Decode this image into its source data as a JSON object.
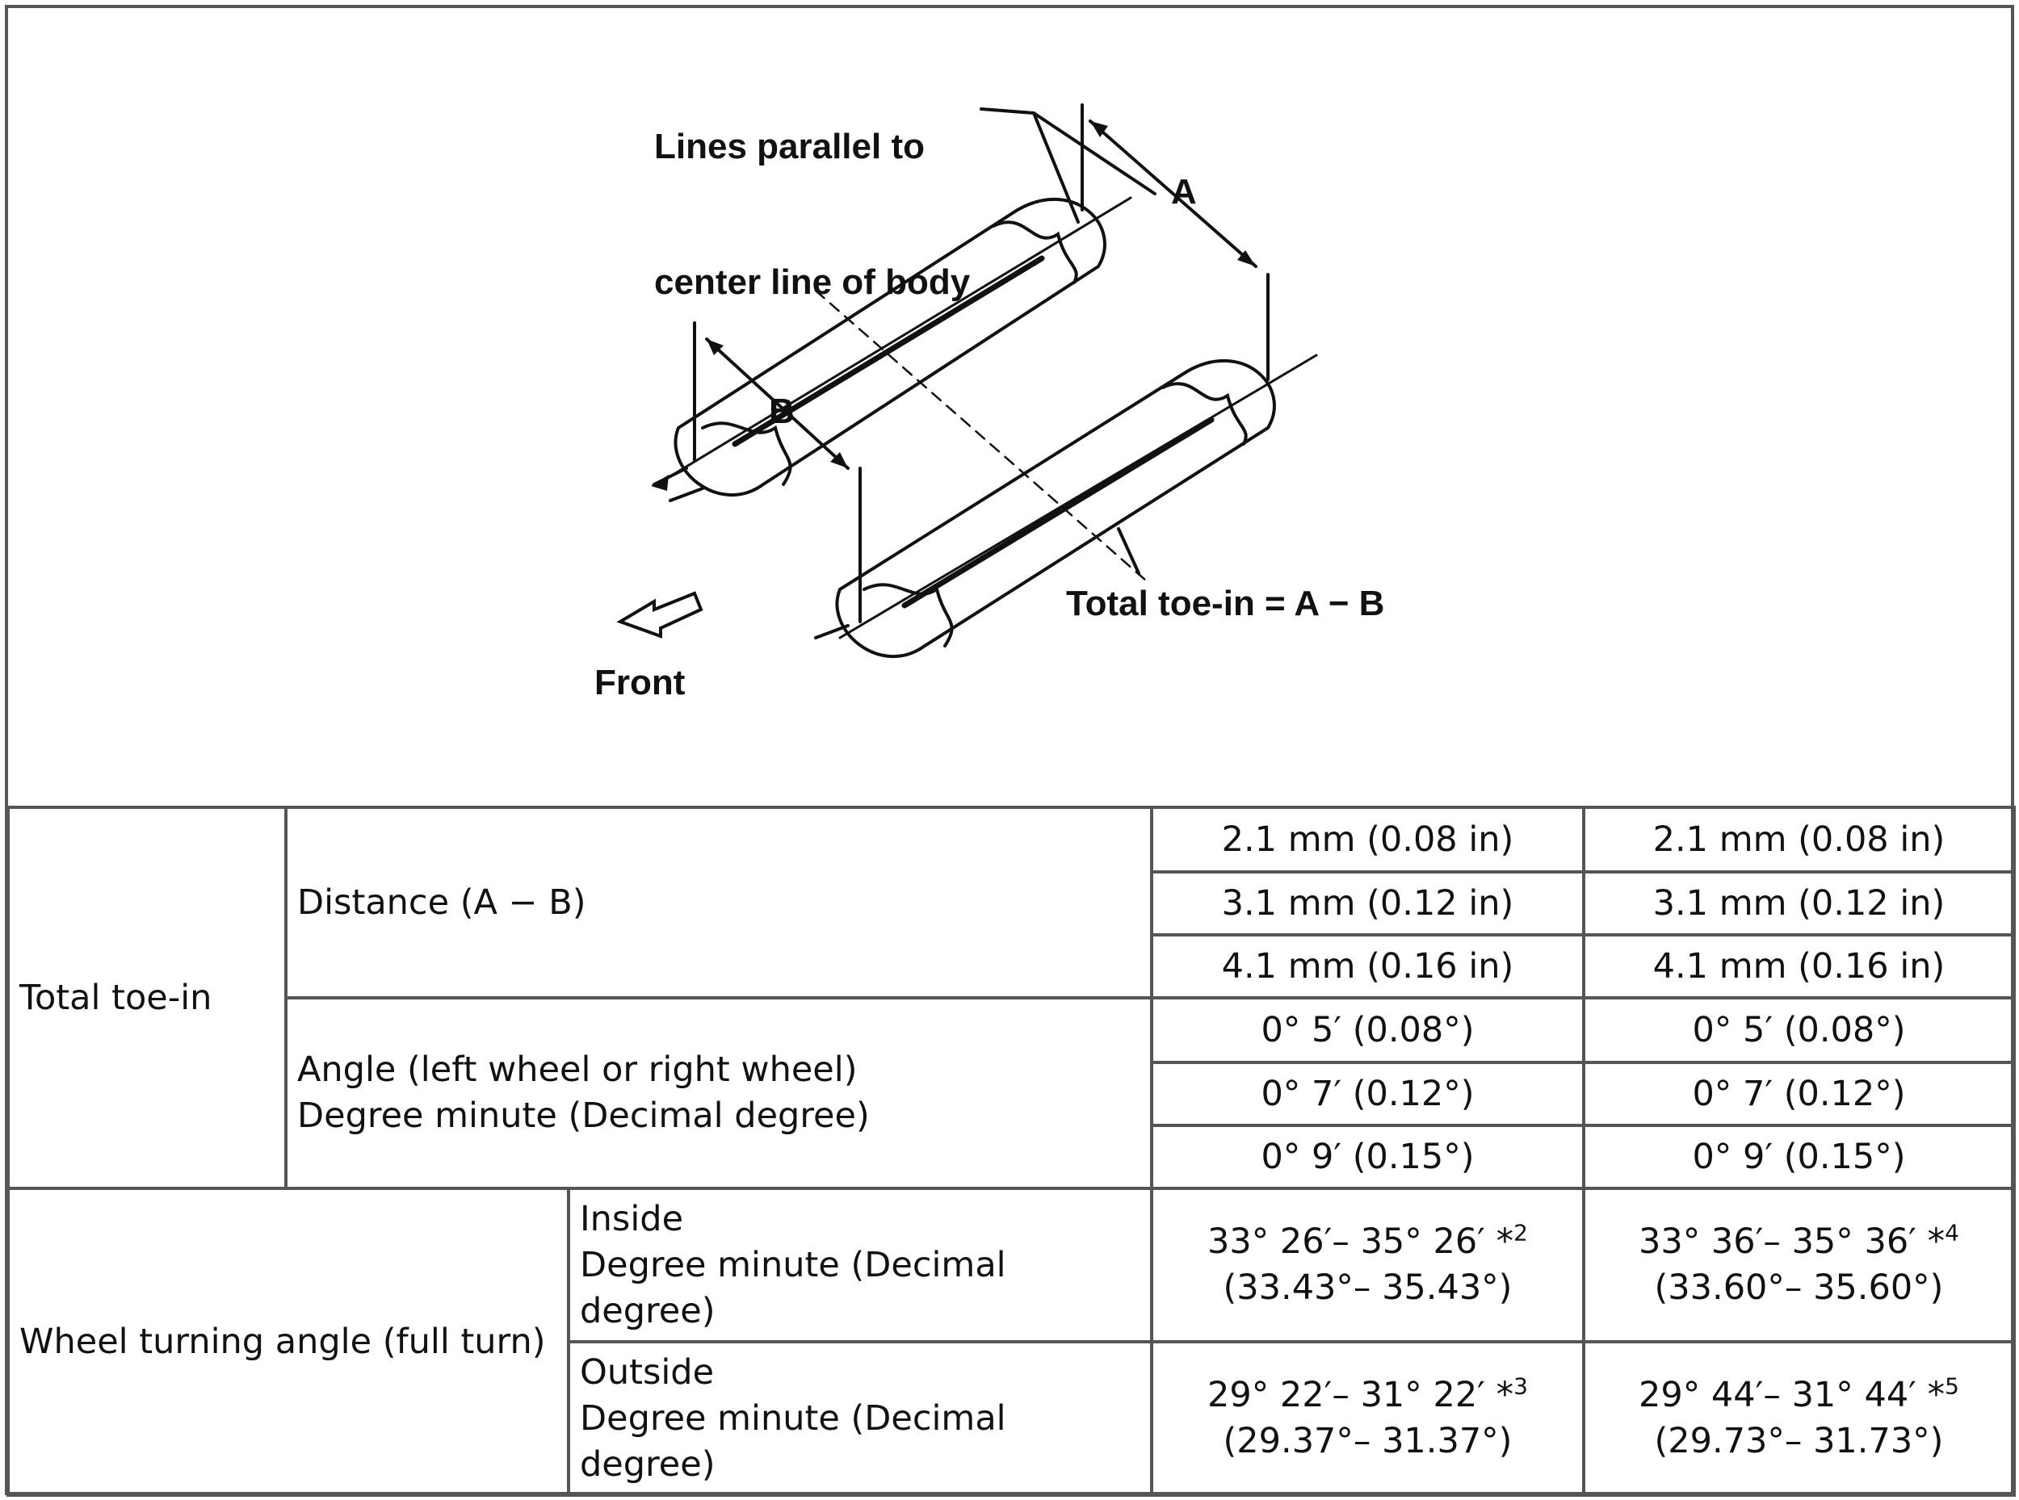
{
  "figure": {
    "label_lines_parallel": [
      "Lines parallel to",
      "center line of body"
    ],
    "label_a": "A",
    "label_b": "B",
    "label_total_toe_in": "Total toe-in = A − B",
    "label_front": "Front"
  },
  "table": {
    "total_toe_in": {
      "header": "Total toe-in",
      "distance": {
        "label": "Distance (A − B)",
        "rows": [
          [
            "2.1 mm (0.08 in)",
            "2.1 mm (0.08 in)"
          ],
          [
            "3.1 mm (0.12 in)",
            "3.1 mm (0.12 in)"
          ],
          [
            "4.1 mm (0.16 in)",
            "4.1 mm (0.16 in)"
          ]
        ]
      },
      "angle": {
        "label_line1": "Angle (left wheel or right wheel)",
        "label_line2": "Degree minute (Decimal degree)",
        "rows": [
          [
            "0° 5′ (0.08°)",
            "0° 5′ (0.08°)"
          ],
          [
            "0° 7′ (0.12°)",
            "0° 7′ (0.12°)"
          ],
          [
            "0° 9′ (0.15°)",
            "0° 9′ (0.15°)"
          ]
        ]
      }
    },
    "wheel_turning": {
      "header": "Wheel turning angle (full turn)",
      "inside": {
        "label_line1": "Inside",
        "label_line2": "Degree minute (Decimal degree)",
        "col1_main": "33° 26′– 35° 26′ *",
        "col1_sup": "2",
        "col1_dec": "(33.43°– 35.43°)",
        "col2_main": "33° 36′– 35° 36′ *",
        "col2_sup": "4",
        "col2_dec": "(33.60°– 35.60°)"
      },
      "outside": {
        "label_line1": "Outside",
        "label_line2": "Degree minute (Decimal degree)",
        "col1_main": "29° 22′– 31° 22′ *",
        "col1_sup": "3",
        "col1_dec": "(29.37°– 31.37°)",
        "col2_main": "29° 44′– 31° 44′ *",
        "col2_sup": "5",
        "col2_dec": "(29.73°– 31.73°)"
      }
    }
  }
}
